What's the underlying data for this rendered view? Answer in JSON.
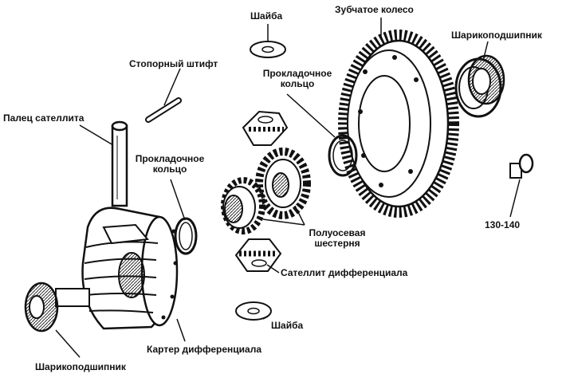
{
  "labels": {
    "washer_top": "Шайба",
    "ring_gear": "Зубчатое колесо",
    "bearing_right": "Шарикоподшипник",
    "lock_pin": "Стопорный штифт",
    "shim_right_l1": "Прокладочное",
    "shim_right_l2": "кольцо",
    "pinion_shaft": "Палец сателлита",
    "shim_left_l1": "Прокладочное",
    "shim_left_l2": "кольцо",
    "torque": "130-140",
    "side_gear_l1": "Полуосевая",
    "side_gear_l2": "шестерня",
    "pinion_gear": "Сателлит дифференциала",
    "washer_bottom": "Шайба",
    "case": "Картер дифференциала",
    "bearing_left": "Шарикоподшипник"
  },
  "colors": {
    "ink": "#111111",
    "paper": "#ffffff",
    "shade": "#cfcfcf"
  }
}
